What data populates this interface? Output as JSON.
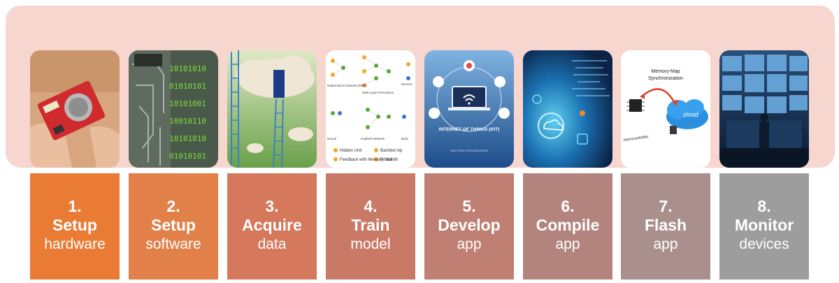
{
  "steps": [
    {
      "number": "1.",
      "title": "Setup",
      "subtitle": "hardware",
      "color": "#ea7b35",
      "image": "hardware-board-photo"
    },
    {
      "number": "2.",
      "title": "Setup",
      "subtitle": "software",
      "color": "#e28049",
      "image": "circuit-binary-photo"
    },
    {
      "number": "3.",
      "title": "Acquire",
      "subtitle": "data",
      "color": "#d5785b",
      "image": "cloud-ladders-illustration"
    },
    {
      "number": "4.",
      "title": "Train",
      "subtitle": "model",
      "color": "#c97a66",
      "image": "neural-network-diagram"
    },
    {
      "number": "5.",
      "title": "Develop",
      "subtitle": "app",
      "color": "#bf7f72",
      "image": "internet-of-things-illustration"
    },
    {
      "number": "6.",
      "title": "Compile",
      "subtitle": "app",
      "color": "#b3847e",
      "image": "code-cloud-illustration"
    },
    {
      "number": "7.",
      "title": "Flash",
      "subtitle": "app",
      "color": "#aa908d",
      "image": "memory-map-sync-diagram"
    },
    {
      "number": "8.",
      "title": "Monitor",
      "subtitle": "devices",
      "color": "#9d9d9d",
      "image": "monitor-screens-photo"
    }
  ],
  "thumb_text": {
    "nn_hidden": "Hidden Unit",
    "nn_backfed": "Backfed inp",
    "nn_memory": "Feedback with Memory Unit",
    "nn_prob": "Probabilit",
    "nn_rbn": "Radial Basis Network (RBN)",
    "nn_mlp": "Multi Layer Perceptron",
    "nn_recur": "Recurre",
    "nn_hopfield": "Hopfield Network",
    "nn_neural": "Neural",
    "nn_boltz": "Boltz",
    "iot_title": "INTERNET OF THINGS (IOT)",
    "iot_company": "JELLYFISH TECHNOLOGIES",
    "mm_title1": "Memory-Map",
    "mm_title2": "Synchronization",
    "mm_cloud": "cloud",
    "mm_micro": "microcontroller",
    "bin1": "10101010",
    "bin2": "01010101",
    "bin3": "10101001",
    "bin4": "10010110"
  }
}
